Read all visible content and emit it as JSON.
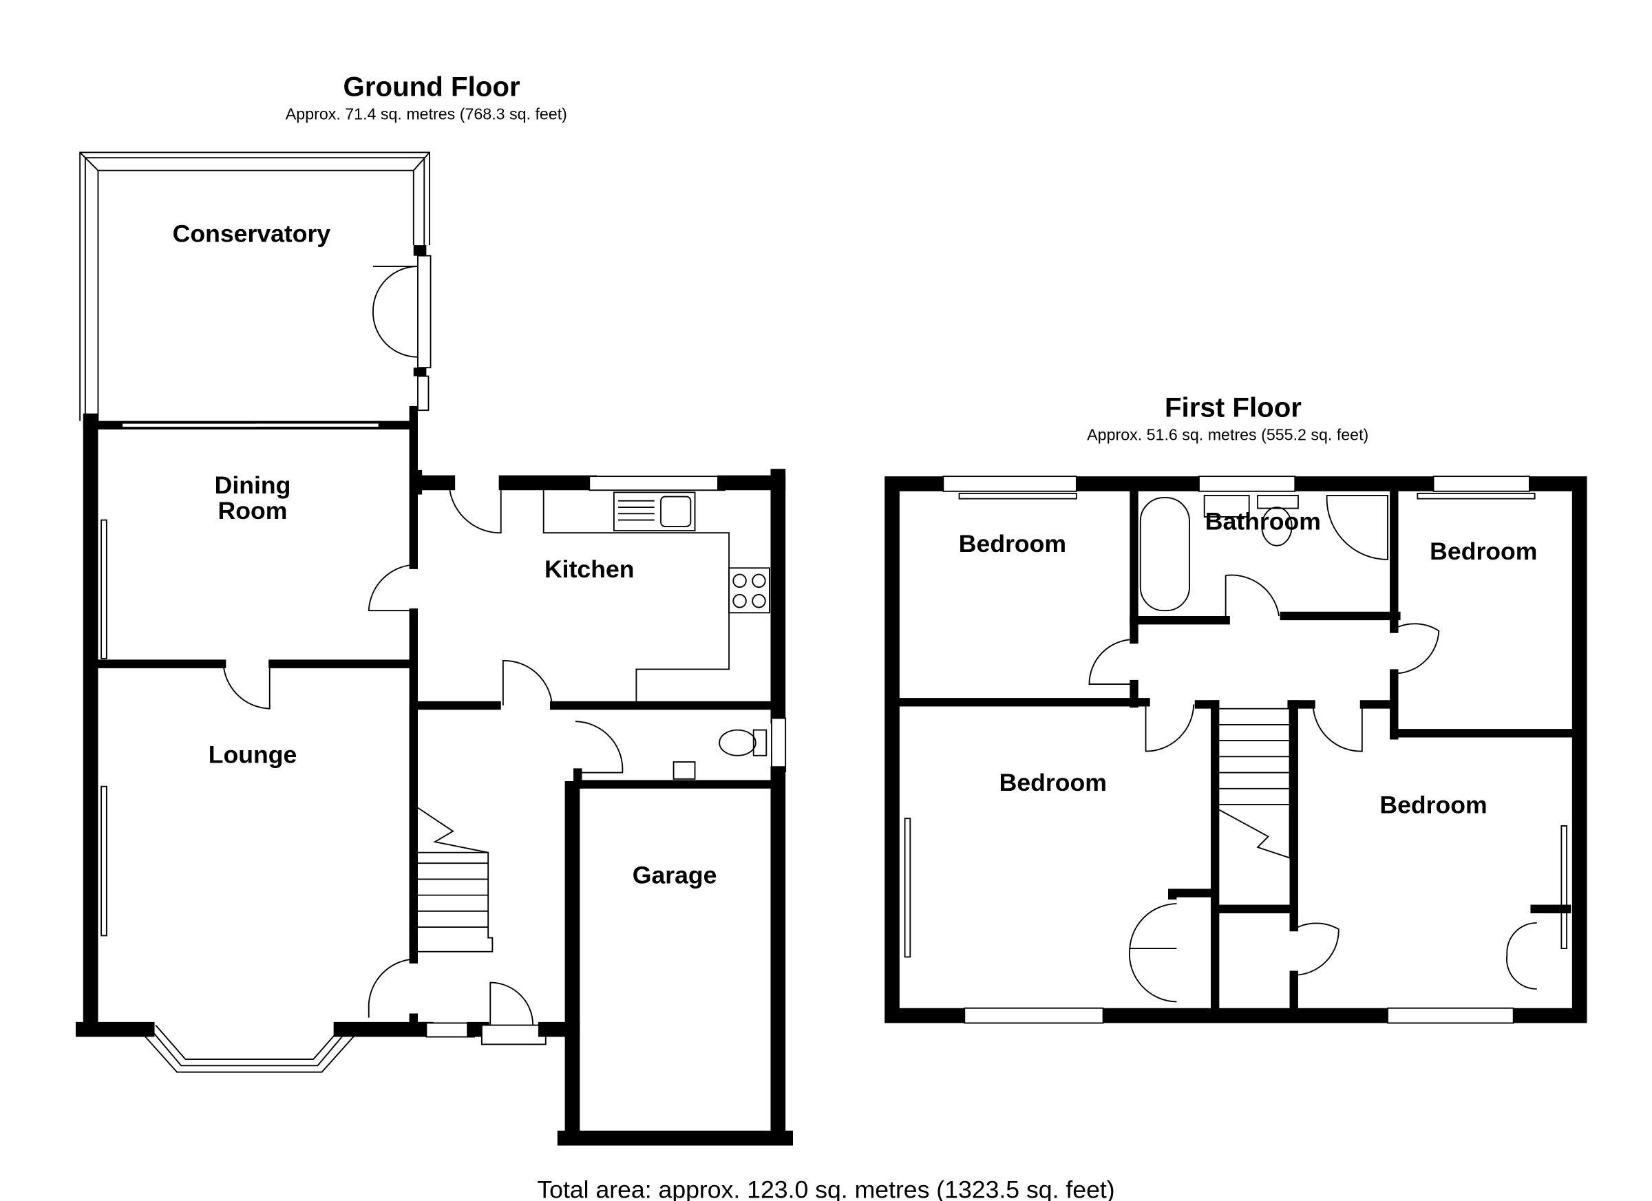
{
  "ground_floor": {
    "title": "Ground Floor",
    "area": "Approx. 71.4 sq. metres (768.3 sq. feet)",
    "rooms": {
      "conservatory": "Conservatory",
      "dining_line1": "Dining",
      "dining_line2": "Room",
      "kitchen": "Kitchen",
      "lounge": "Lounge",
      "garage": "Garage"
    }
  },
  "first_floor": {
    "title": "First Floor",
    "area": "Approx. 51.6 sq. metres (555.2 sq. feet)",
    "rooms": {
      "bedroom_nw": "Bedroom",
      "bathroom": "Bathroom",
      "bedroom_ne": "Bedroom",
      "bedroom_sw": "Bedroom",
      "bedroom_se": "Bedroom"
    }
  },
  "total_area": "Total area: approx. 123.0 sq. metres (1323.5 sq. feet)"
}
